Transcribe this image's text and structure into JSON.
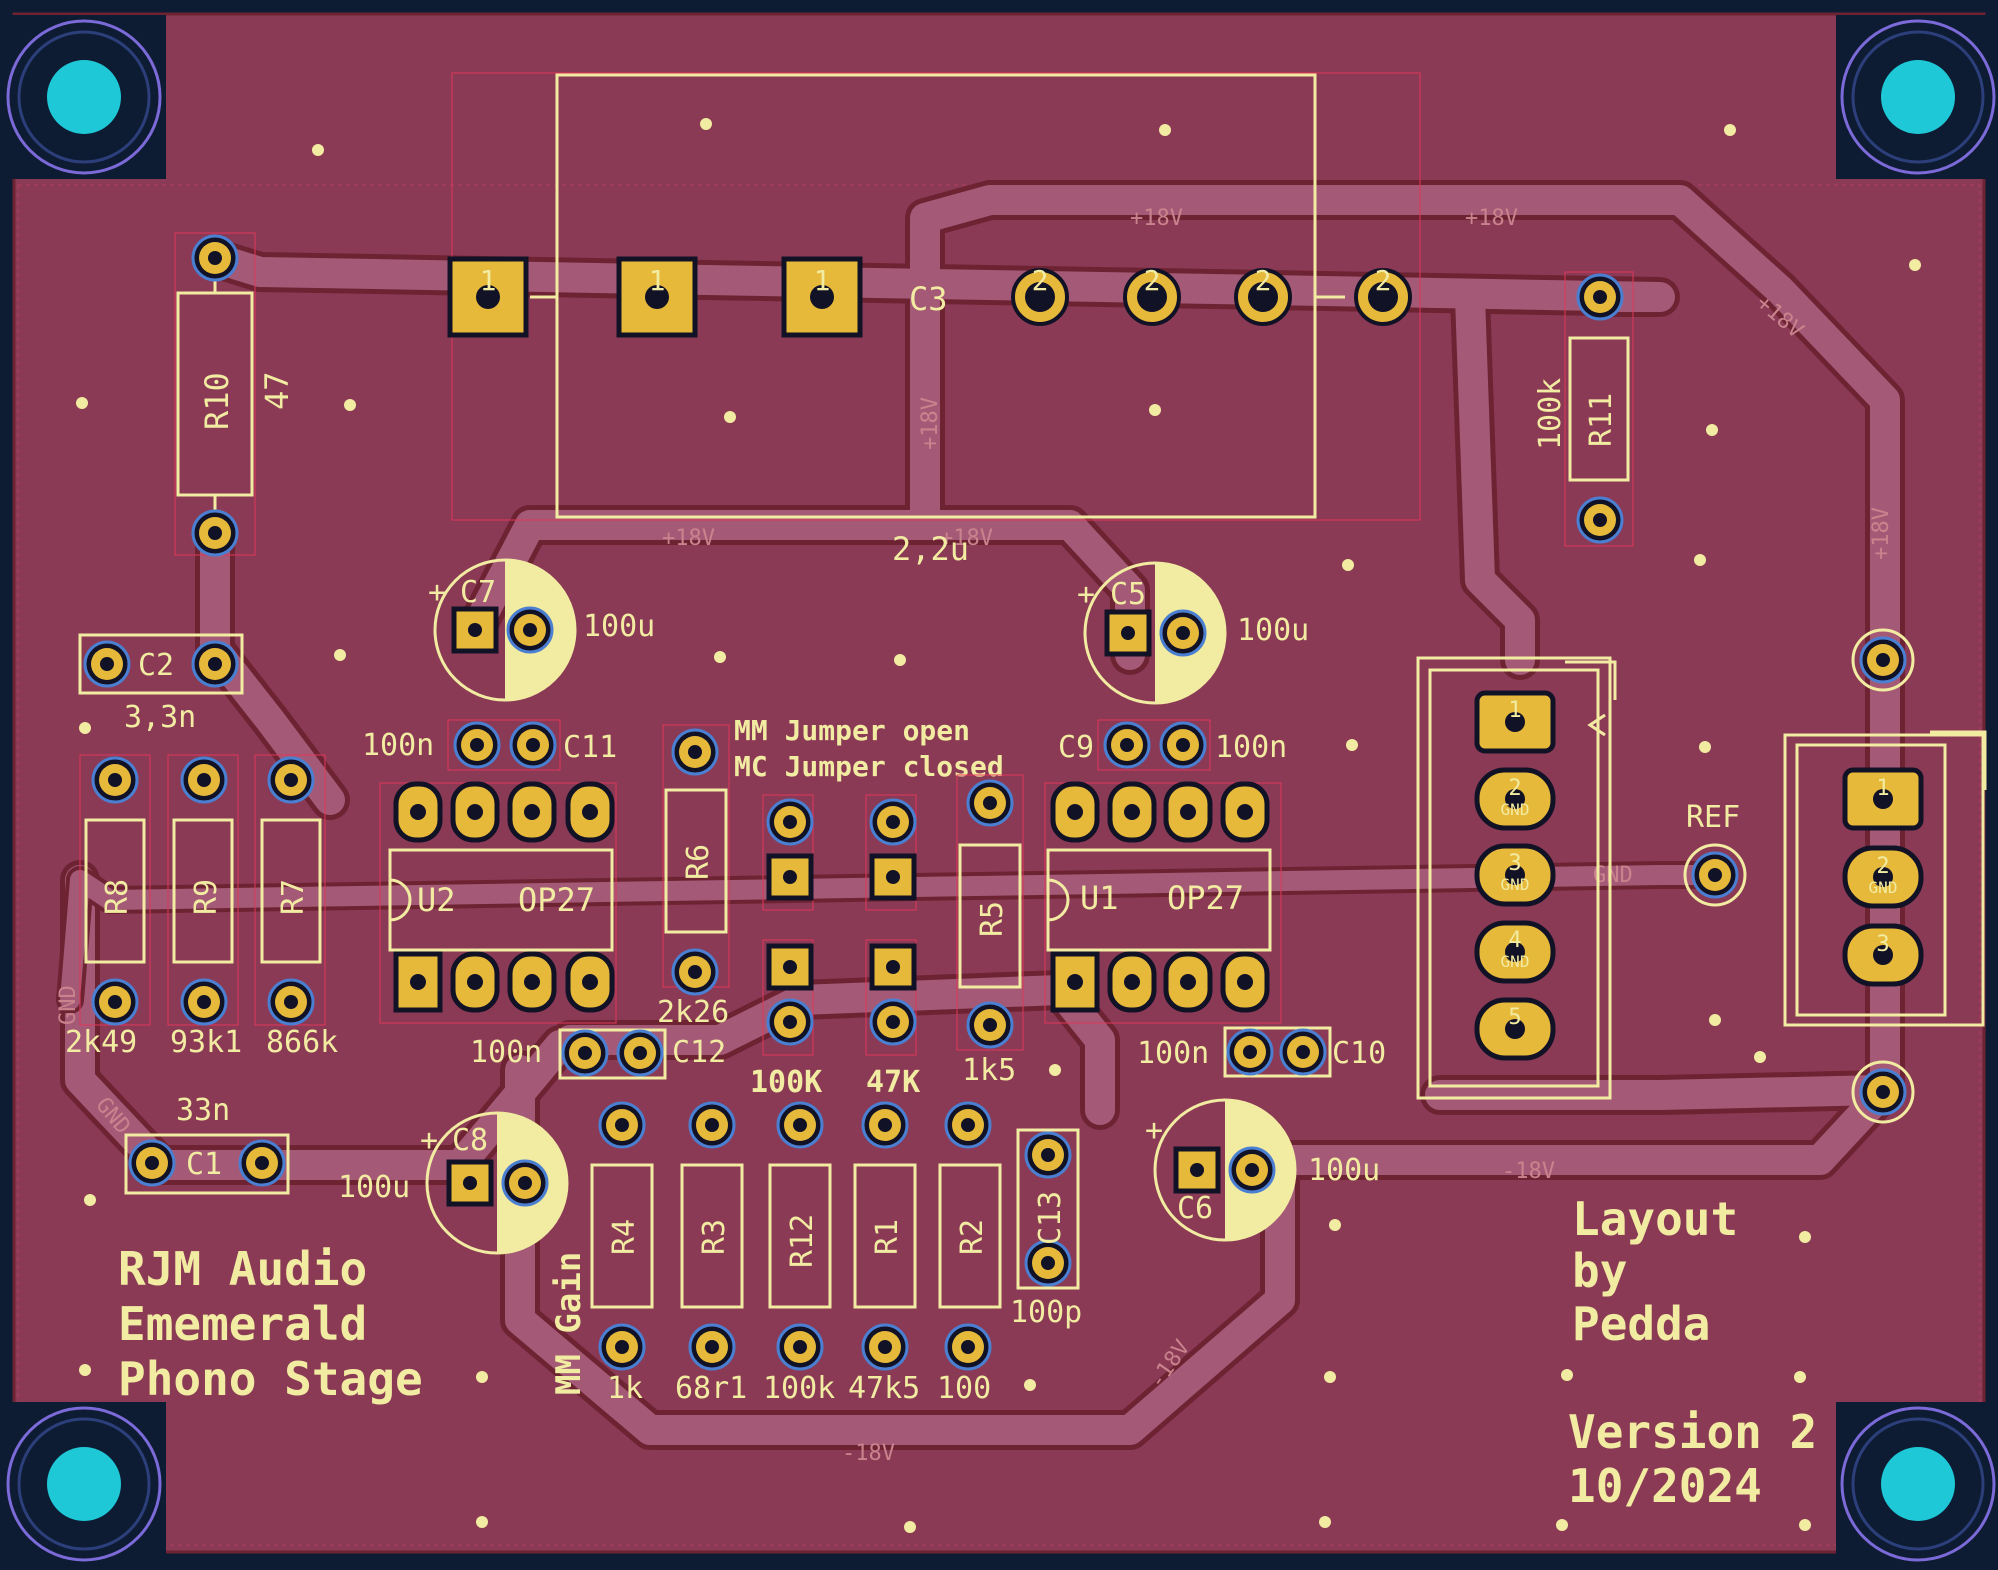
{
  "colors": {
    "background": "#0d1b33",
    "board": "#8a3a55",
    "trace": "#a45a76",
    "trace_outline": "#6e2333",
    "pad": "#e6b93a",
    "drill": "#121226",
    "via_ring": "#4b7fd1",
    "silkscreen": "#f2eba2",
    "courtyard": "#e0375a",
    "mount_hole": "#1ec8d6"
  },
  "board_text": {
    "title_lines": [
      "RJM Audio",
      "Ememerald",
      "Phono Stage"
    ],
    "author_lines": [
      "Layout",
      "by",
      "Pedda"
    ],
    "version_lines": [
      "Version 2",
      "10/2024"
    ],
    "jumper_lines": [
      "MM Jumper open",
      "MC Jumper closed"
    ],
    "gain_label": "MM Gain",
    "ref_label": "REF",
    "mm_options": [
      "100K",
      "47K"
    ]
  },
  "net_labels": {
    "pos": "+18V",
    "neg": "-18V",
    "gnd": "GND"
  },
  "components": {
    "R10": {
      "ref": "R10",
      "value": "47"
    },
    "R11": {
      "ref": "R11",
      "value": "100k"
    },
    "C3": {
      "ref": "C3",
      "value": "2,2u"
    },
    "C2": {
      "ref": "C2",
      "value": "3,3n"
    },
    "C7": {
      "ref": "C7",
      "value": "100u"
    },
    "C5": {
      "ref": "C5",
      "value": "100u"
    },
    "C11": {
      "ref": "C11",
      "value": "100n"
    },
    "C9": {
      "ref": "C9",
      "value": "100n"
    },
    "R8": {
      "ref": "R8",
      "value": "2k49"
    },
    "R9": {
      "ref": "R9",
      "value": "93k1"
    },
    "R7": {
      "ref": "R7",
      "value": "866k"
    },
    "U2": {
      "ref": "U2",
      "value": "OP27"
    },
    "U1": {
      "ref": "U1",
      "value": "OP27"
    },
    "R6": {
      "ref": "R6",
      "value": "2k26"
    },
    "R5": {
      "ref": "R5",
      "value": "1k5"
    },
    "C12": {
      "ref": "C12",
      "value": "100n"
    },
    "C10": {
      "ref": "C10",
      "value": "100n"
    },
    "C1": {
      "ref": "C1",
      "value": "33n"
    },
    "C8": {
      "ref": "C8",
      "value": "100u"
    },
    "C6": {
      "ref": "C6",
      "value": "100u"
    },
    "R4": {
      "ref": "R4",
      "value": "1k"
    },
    "R3": {
      "ref": "R3",
      "value": "68r1"
    },
    "R12": {
      "ref": "R12",
      "value": "100k"
    },
    "R1": {
      "ref": "R1",
      "value": "47k5"
    },
    "R2": {
      "ref": "R2",
      "value": "100"
    },
    "C13": {
      "ref": "C13",
      "value": "100p"
    }
  }
}
